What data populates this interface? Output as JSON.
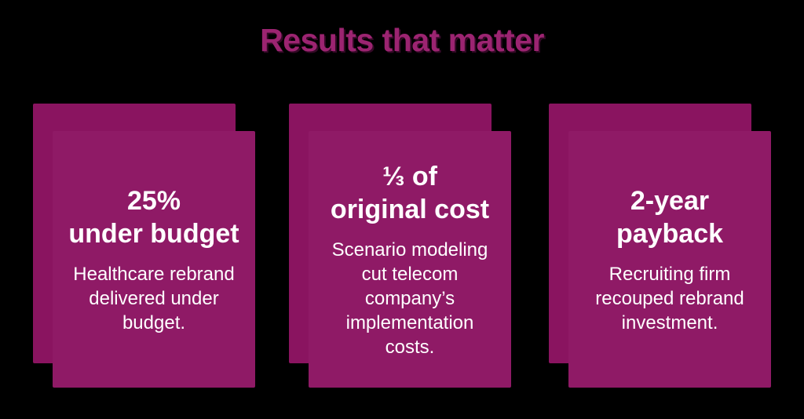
{
  "page": {
    "title": "Results that matter"
  },
  "colors": {
    "background": "#000000",
    "title_text": "#9C2471",
    "title_shadow": "#3E0A2E",
    "card_front": "#8F1A66",
    "card_back": "#8A1460",
    "card_text": "#FFFFFF"
  },
  "cards": [
    {
      "heading": "25%\nunder budget",
      "body": "Healthcare rebrand\ndelivered under\nbudget."
    },
    {
      "heading": "⅓ of\noriginal cost",
      "body": "Scenario modeling\ncut telecom\ncompany’s\nimplementation\ncosts."
    },
    {
      "heading": "2-year\npayback",
      "body": "Recruiting firm\nrecouped rebrand\ninvestment."
    }
  ]
}
